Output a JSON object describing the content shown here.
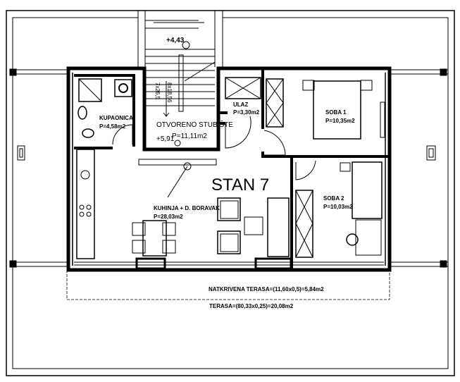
{
  "plan": {
    "apartment_label": "STAN 7",
    "stair_top_level": "+4,43",
    "stair_bottom_level": "+5,91",
    "stair_spec_a": "8x18,56",
    "stair_spec_b": "7x26,5",
    "rooms": [
      {
        "name": "KUPAONICA",
        "area": "P=4,58m2"
      },
      {
        "name": "OTVORENO STUBIŠTE",
        "area": "P=11,11m2"
      },
      {
        "name": "ULAZ",
        "area": "P=3,30m2"
      },
      {
        "name": "SOBA 1",
        "area": "P=10,35m2"
      },
      {
        "name": "SOBA 2",
        "area": "P=10,03m2"
      },
      {
        "name": "KUHINJA + D. BORAVAK",
        "area": "P=28,03m2"
      }
    ],
    "covered_terrace": "NATKRIVENA TERASA=(11,60x0,5)=5,84m2",
    "terrace": "TERASA=(80,33x0,25)=20,08m2"
  }
}
